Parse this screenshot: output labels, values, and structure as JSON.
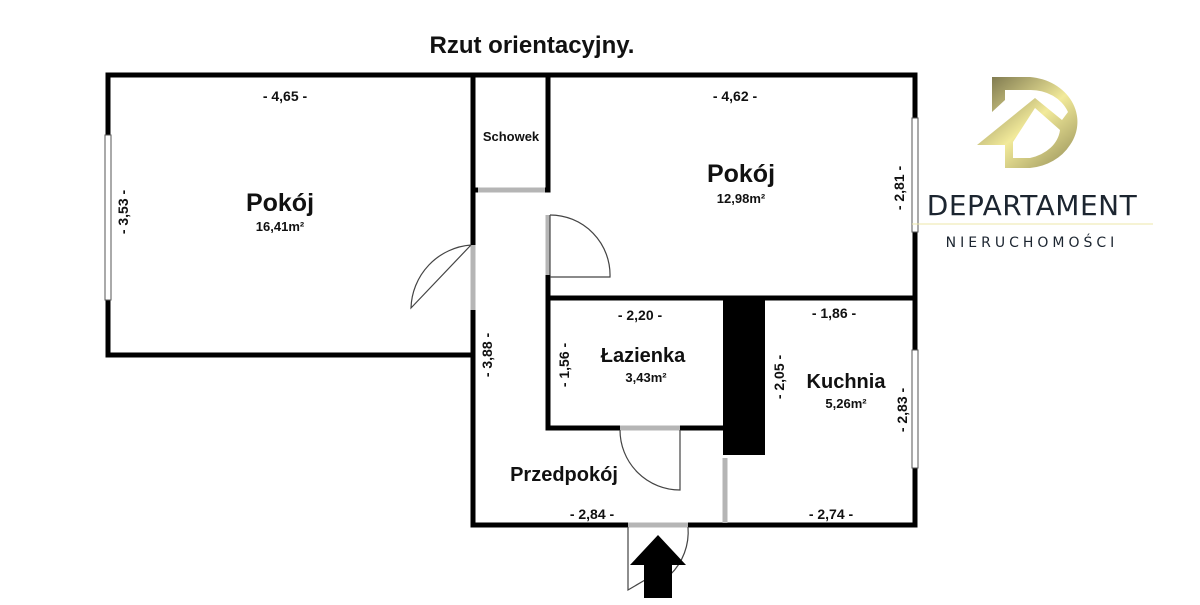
{
  "title": "Rzut orientacyjny.",
  "rooms": {
    "pokoj_left": {
      "name": "Pokój",
      "area": "16,41m²",
      "width": "- 4,65 -",
      "height": "- 3,53 -"
    },
    "schowek": {
      "name": "Schowek"
    },
    "pokoj_right": {
      "name": "Pokój",
      "area": "12,98m²",
      "width": "- 4,62 -",
      "height": "- 2,81 -"
    },
    "lazienka": {
      "name": "Łazienka",
      "area": "3,43m²",
      "width": "- 2,20 -",
      "height": "- 1,56 -"
    },
    "kuchnia": {
      "name": "Kuchnia",
      "area": "5,26m²",
      "width_top": "- 1,86 -",
      "width_bottom": "- 2,74 -",
      "height_left": "- 2,05 -",
      "height_right": "- 2,83 -"
    },
    "przedpokoj": {
      "name": "Przedpokój",
      "width": "- 2,84 -",
      "height": "- 3,88 -"
    }
  },
  "logo": {
    "name": "DEPARTAMENT",
    "subtitle": "NIERUCHOMOŚCI",
    "gold": "#c9c070",
    "dark": "#1c2530"
  }
}
